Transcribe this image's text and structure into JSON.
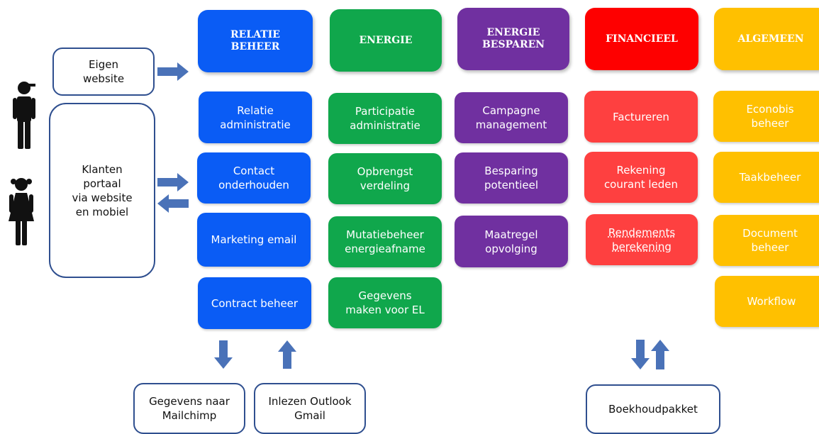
{
  "colors": {
    "relatie": "#0a5cf5",
    "energie": "#10a74c",
    "besparen": "#7030a0",
    "financieel_header": "#fe0000",
    "financieel_tile": "#fe4040",
    "algemeen": "#ffc000",
    "arrow": "#4a72b8",
    "outline": "#2f4f8f"
  },
  "headers": {
    "relatie": "RELATIE\nBEHEER",
    "energie": "ENERGIE",
    "besparen": "ENERGIE\nBESPAREN",
    "financieel": "FINANCIEEL",
    "algemeen": "ALGEMEEN"
  },
  "relatie_beheer": [
    "Relatie\nadministratie",
    "Contact\nonderhouden",
    "Marketing email",
    "Contract beheer"
  ],
  "energie": [
    "Participatie\nadministratie",
    "Opbrengst\nverdeling",
    "Mutatiebeheer\nenergieafname",
    "Gegevens\nmaken voor EL"
  ],
  "energie_besparen": [
    "Campagne\nmanagement",
    "Besparing\npotentieel",
    "Maatregel\nopvolging"
  ],
  "financieel": [
    "Factureren",
    "Rekening\ncourant leden",
    "Rendements\nberekening"
  ],
  "algemeen": [
    "Econobis\nbeheer",
    "Taakbeheer",
    "Document\nbeheer",
    "Workflow"
  ],
  "left": {
    "website": "Eigen\nwebsite",
    "portaal": "Klanten\nportaal\nvia website\nen mobiel"
  },
  "bottom": {
    "mailchimp": "Gegevens naar\nMailchimp",
    "outlook": "Inlezen Outlook\nGmail",
    "boekhoud": "Boekhoudpakket"
  },
  "icons": {
    "man": "man-icon",
    "woman": "woman-icon",
    "arrow": "block-arrow-icon"
  }
}
